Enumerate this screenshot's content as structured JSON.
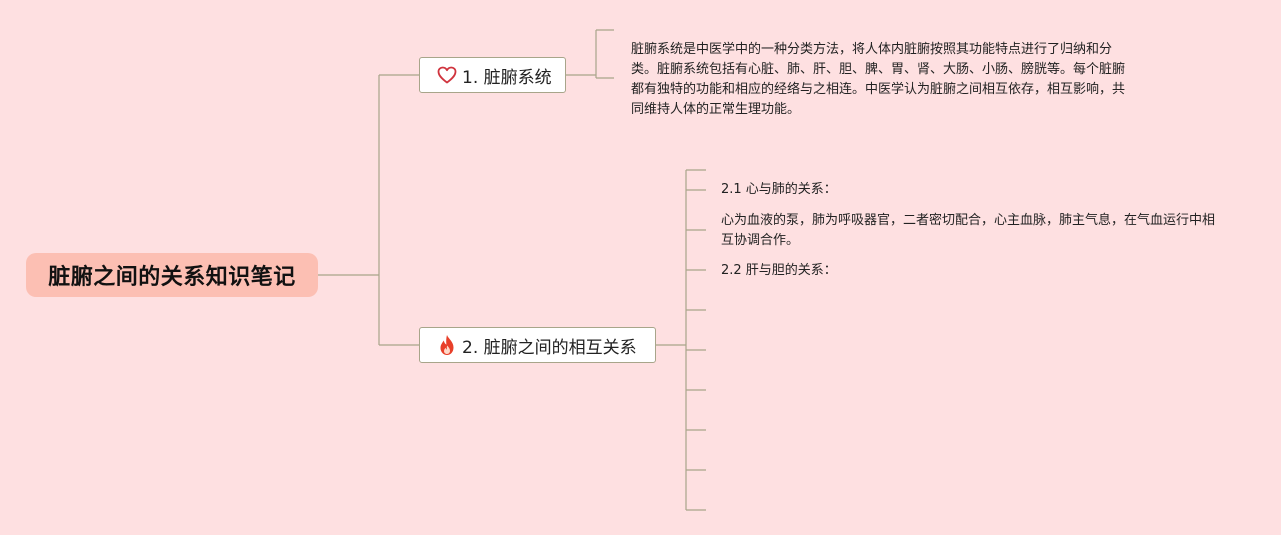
{
  "root": {
    "title": "脏腑之间的关系知识笔记"
  },
  "branches": [
    {
      "label": "1. 脏腑系统",
      "icon": "heart-outline-icon",
      "note": "脏腑系统是中医学中的一种分类方法，将人体内脏腑按照其功能特点进行了归纳和分类。脏腑系统包括有心脏、肺、肝、胆、脾、胃、肾、大肠、小肠、膀胱等。每个脏腑都有独特的功能和相应的经络与之相连。中医学认为脏腑之间相互依存，相互影响，共同维持人体的正常生理功能。"
    },
    {
      "label": "2. 脏腑之间的相互关系",
      "icon": "fire-icon",
      "children": [
        {
          "title": "2.1 心与肺的关系："
        },
        {
          "desc": "心为血液的泵，肺为呼吸器官，二者密切配合，心主血脉，肺主气息，在气血运行中相互协调合作。"
        },
        {
          "title": "2.2 肝与胆的关系："
        }
      ]
    }
  ],
  "colors": {
    "background": "#FEE0E1",
    "root_fill": "#FCBFB3",
    "connector": "#A8A58A",
    "heart_icon": "#D0343E",
    "fire_icon": "#E8402A"
  }
}
